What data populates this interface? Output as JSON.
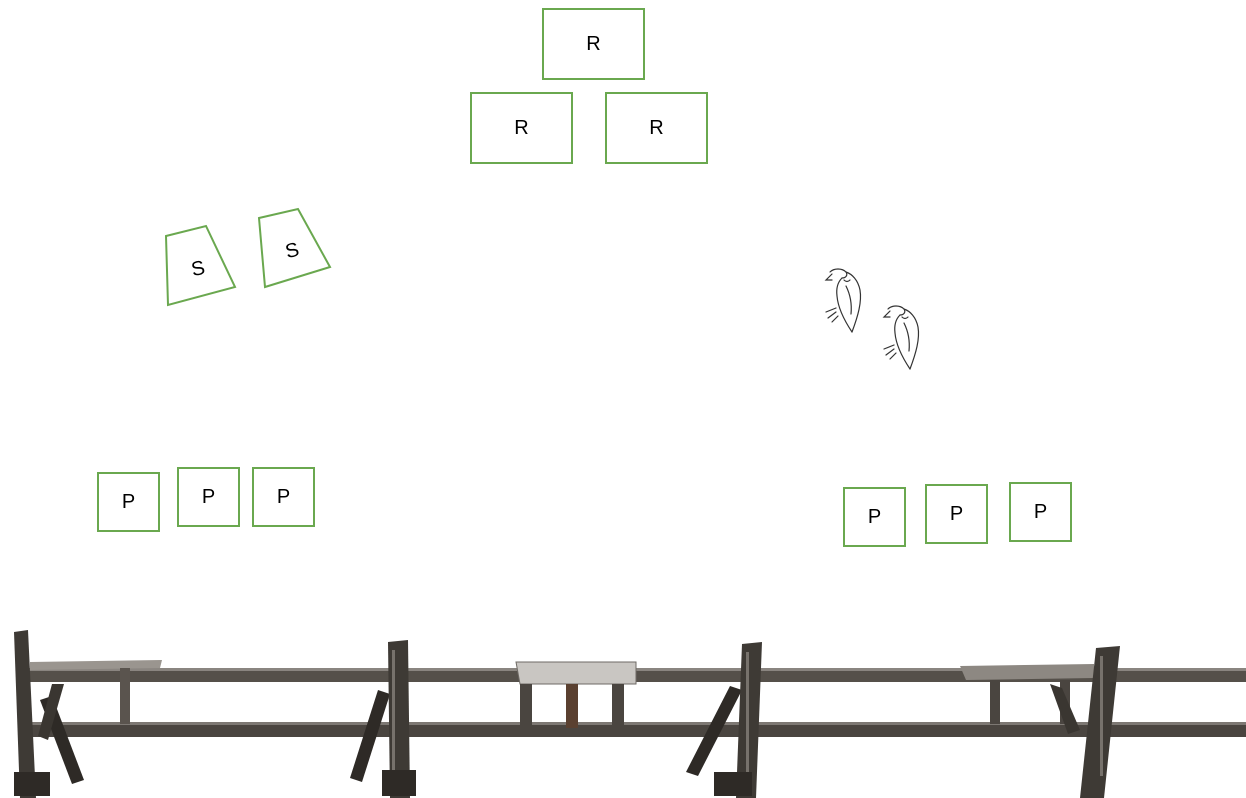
{
  "labels": {
    "r_top": "R",
    "r_left": "R",
    "r_right": "R",
    "s_left": "S",
    "s_right": "S",
    "p_left_1": "P",
    "p_left_2": "P",
    "p_left_3": "P",
    "p_right_1": "P",
    "p_right_2": "P",
    "p_right_3": "P"
  },
  "colors": {
    "box_border": "#6aa84f",
    "fence_wood": "#4a4540",
    "fence_dark": "#2e2a26",
    "fence_light": "#8a8580",
    "bird_stroke": "#333333"
  },
  "icons": {
    "birds": "vulture-sketch",
    "fence": "wooden-rail-fence"
  }
}
